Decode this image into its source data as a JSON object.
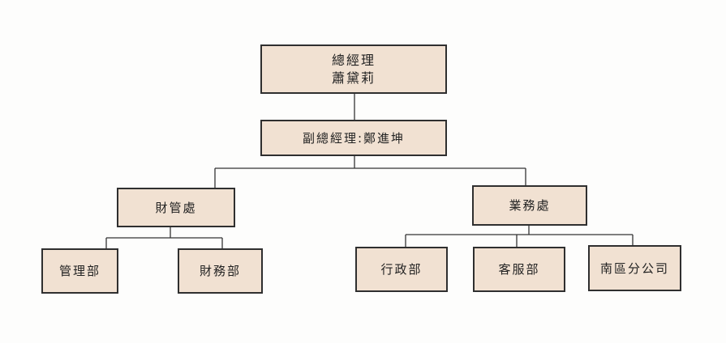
{
  "org": {
    "gm_title": "總經理",
    "gm_name": "蕭黛莉",
    "vgm": "副總經理:鄭進坤",
    "finance": "財管處",
    "business": "業務處",
    "mgmt": "管理部",
    "accounting": "財務部",
    "admin": "行政部",
    "service": "客服部",
    "south": "南區分公司"
  },
  "colors": {
    "box_fill": "#f1e1d2",
    "box_border": "#2f2f2f",
    "line": "#333333"
  }
}
